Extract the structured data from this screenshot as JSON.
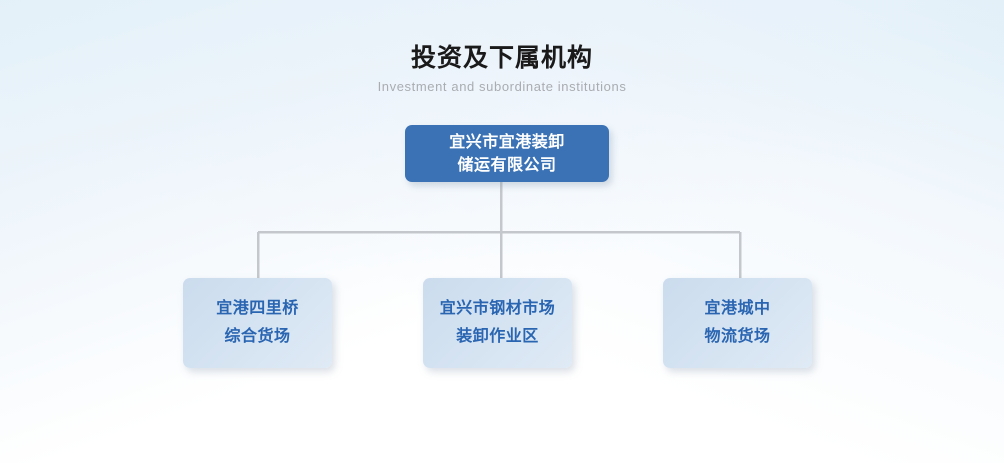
{
  "header": {
    "title": "投资及下属机构",
    "subtitle": "Investment and subordinate institutions"
  },
  "colors": {
    "root_box": "#3a72b5",
    "root_text": "#ffffff",
    "child_box": "#cddcef",
    "child_text": "#2a65b2",
    "connector": "#c4c8cc",
    "title_text": "#1a1a1a",
    "subtitle_text": "#a9adb2",
    "background_top": "#e4f0f8",
    "background_bottom": "#ffffff"
  },
  "org_chart": {
    "type": "tree",
    "root": {
      "line1": "宜兴市宜港装卸",
      "line2": "储运有限公司"
    },
    "children": [
      {
        "line1": "宜港四里桥",
        "line2": "综合货场"
      },
      {
        "line1": "宜兴市钢材市场",
        "line2": "装卸作业区"
      },
      {
        "line1": "宜港城中",
        "line2": "物流货场"
      }
    ]
  }
}
